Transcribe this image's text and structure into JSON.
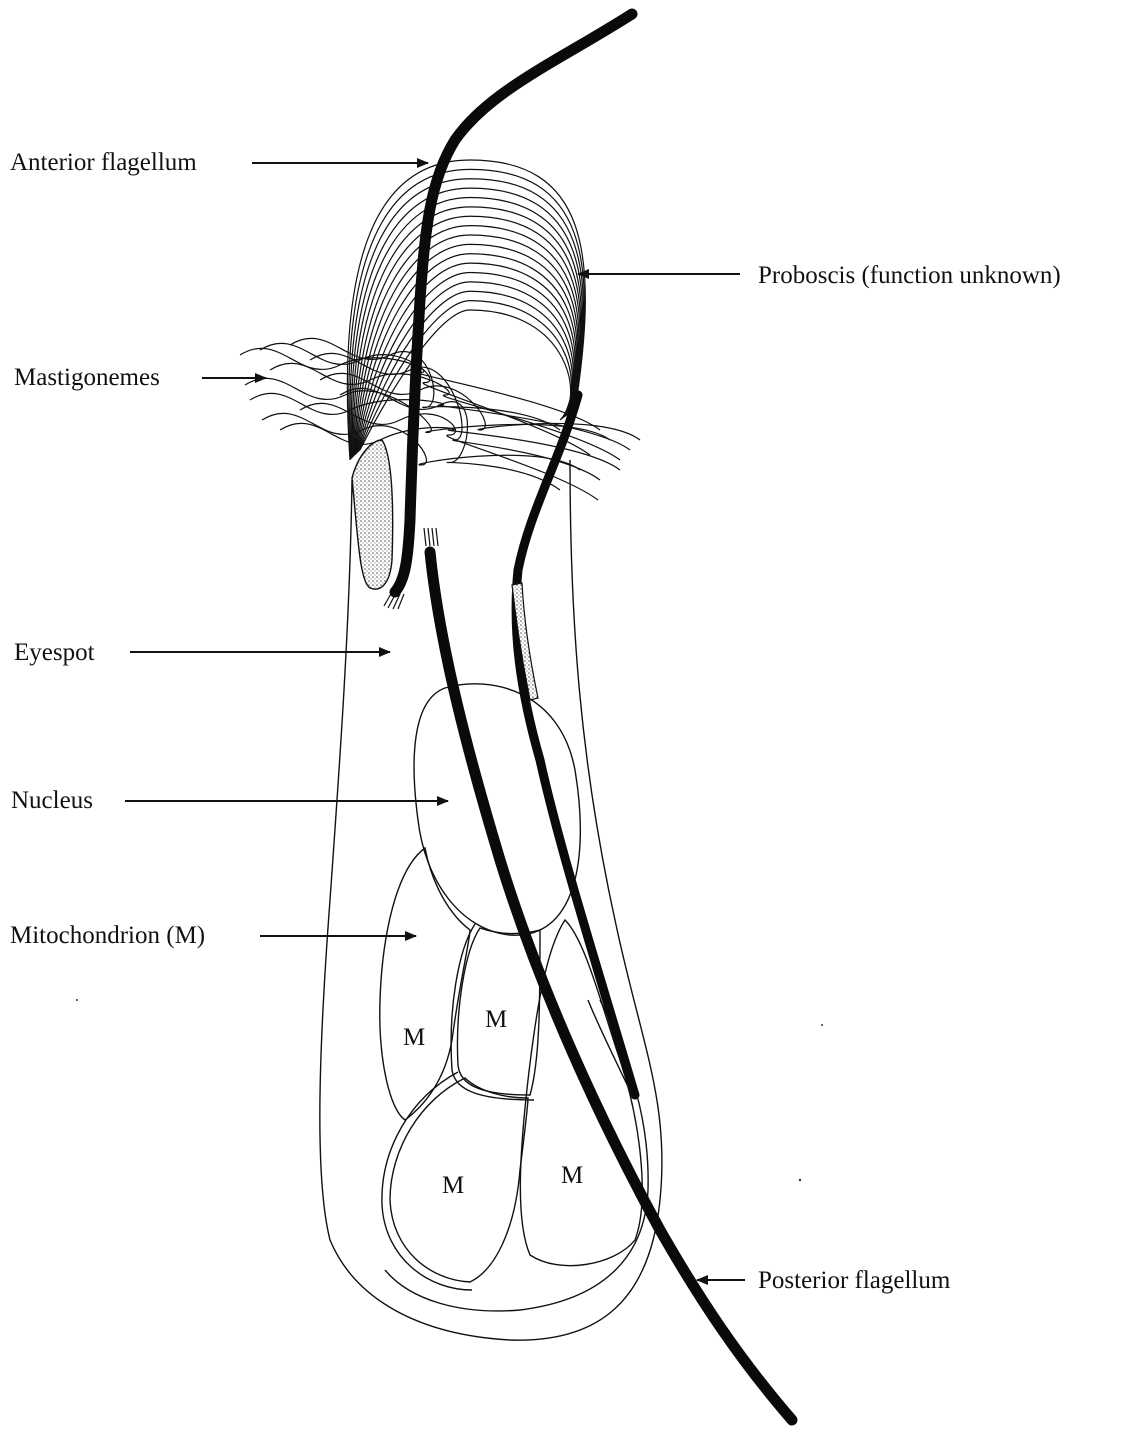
{
  "labels": {
    "anterior_flagellum": "Anterior flagellum",
    "proboscis": "Proboscis (function unknown)",
    "mastigonemes": "Mastigonemes",
    "eyespot": "Eyespot",
    "nucleus": "Nucleus",
    "mitochondrion": "Mitochondrion (M)",
    "posterior_flagellum": "Posterior flagellum"
  },
  "mito_labels": [
    "M",
    "M",
    "M",
    "M"
  ],
  "colors": {
    "ink": "#111111",
    "background": "#ffffff",
    "eyespot_fill": "#d8d8d8"
  }
}
